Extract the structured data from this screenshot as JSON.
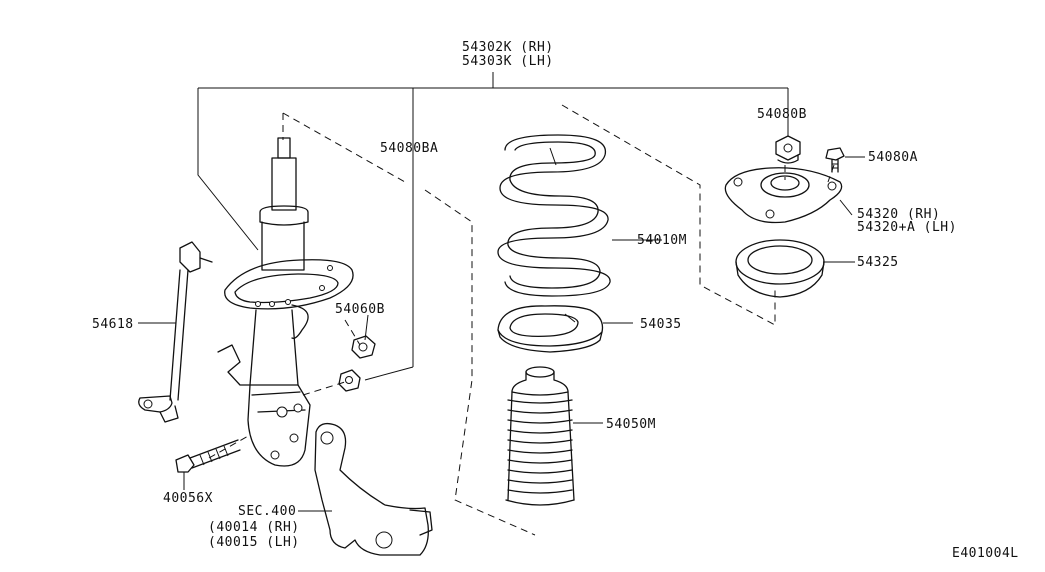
{
  "diagram_code": "E401004L",
  "labels": {
    "strut_assy_rh": "54302K (RH)",
    "strut_assy_lh": "54303K (LH)",
    "nut_54080ba": "54080BA",
    "nut_54080b": "54080B",
    "bolt_54080a": "54080A",
    "coil_spring": "54010M",
    "spring_seat": "54035",
    "bound_bumper": "54050M",
    "mount_insulator_rh": "54320 (RH)",
    "mount_insulator_lh": "54320+A (LH)",
    "mount_bearing": "54325",
    "stabilizer_link": "54618",
    "link_nut": "54060B",
    "knuckle_bolt": "40056X",
    "knuckle_sec": "SEC.400",
    "knuckle_rh": "(40014 (RH)",
    "knuckle_lh": "(40015 (LH)"
  }
}
